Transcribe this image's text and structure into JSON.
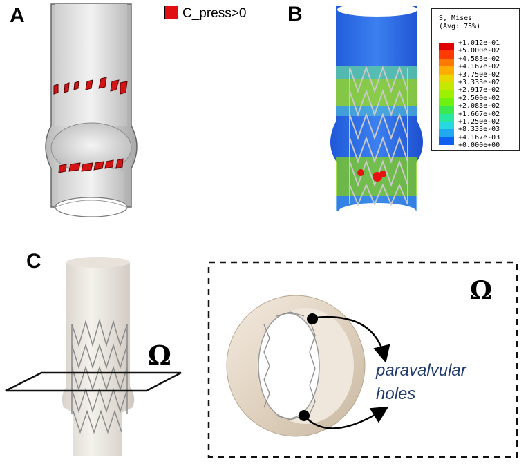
{
  "panels": {
    "a_label": "A",
    "b_label": "B",
    "c_label": "C"
  },
  "panel_a": {
    "legend_label": "C_press>0",
    "legend_color": "#e01010"
  },
  "panel_b": {
    "legend_title_line1": "S, Mises",
    "legend_title_line2": "(Avg: 75%)",
    "legend_values": [
      "+1.012e-01",
      "+5.000e-02",
      "+4.583e-02",
      "+4.167e-02",
      "+3.750e-02",
      "+3.333e-02",
      "+2.917e-02",
      "+2.500e-02",
      "+2.083e-02",
      "+1.667e-02",
      "+1.250e-02",
      "+8.333e-03",
      "+4.167e-03",
      "+0.000e+00"
    ],
    "legend_colors": [
      "#e00000",
      "#ff3a00",
      "#ff7800",
      "#ffae00",
      "#e8d800",
      "#c4e800",
      "#9cf000",
      "#6ef010",
      "#3ce850",
      "#28e8a0",
      "#28d8e0",
      "#20a8f0",
      "#1060f0",
      "#1020d8"
    ]
  },
  "panel_c": {
    "omega_label": "Ω",
    "omega_box_label": "Ω",
    "annotation": "paravalvular holes",
    "annotation_line1": "paravalvular",
    "annotation_line2": "holes",
    "annotation_color": "#1f3a6e"
  }
}
